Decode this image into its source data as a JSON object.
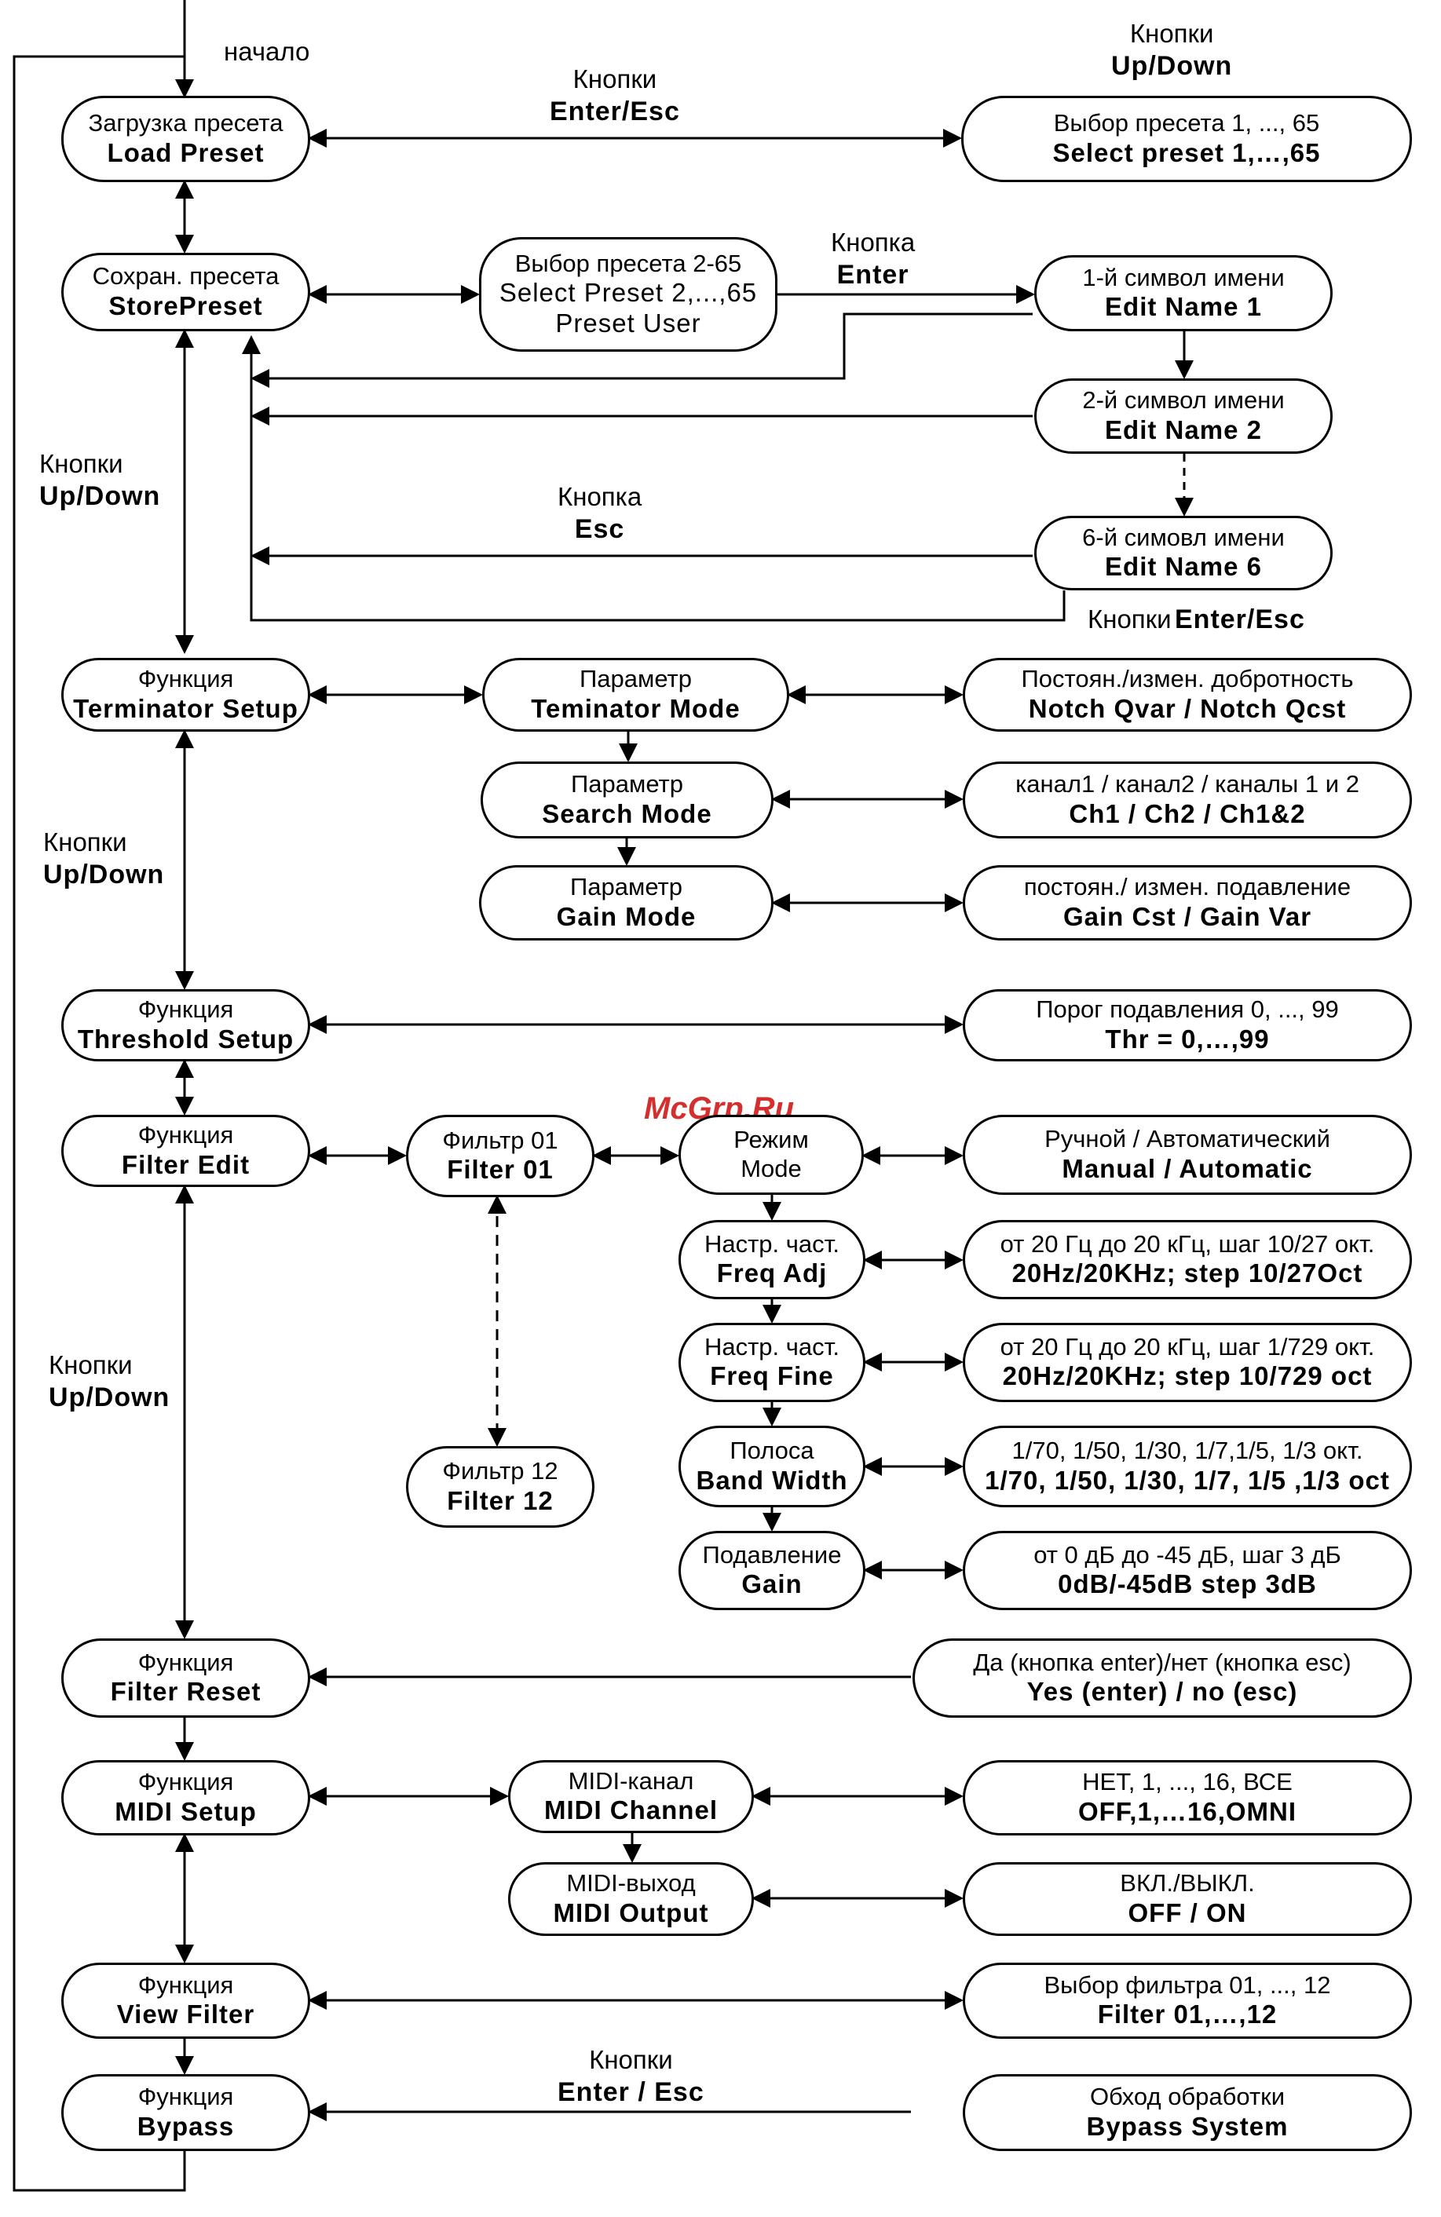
{
  "start_label": "начало",
  "watermark": "McGrp.Ru",
  "labels": {
    "updown_top": {
      "ru": "Кнопки",
      "en": "Up/Down"
    },
    "enter_esc_top": {
      "ru": "Кнопки",
      "en": "Enter/Esc"
    },
    "enter_kbd": {
      "ru": "Кнопка",
      "en": "Enter"
    },
    "esc_kbd": {
      "ru": "Кнопка",
      "en": "Esc"
    },
    "enter_esc_mid": {
      "ru": "Кнопки",
      "en": "Enter/Esc"
    },
    "updown_left1": {
      "ru": "Кнопки",
      "en": "Up/Down"
    },
    "updown_left2": {
      "ru": "Кнопки",
      "en": "Up/Down"
    },
    "updown_left3": {
      "ru": "Кнопки",
      "en": "Up/Down"
    },
    "enter_esc_bottom": {
      "ru": "Кнопки",
      "en": "Enter / Esc"
    }
  },
  "nodes": {
    "load_preset": {
      "ru": "Загрузка пресета",
      "en": "Load Preset"
    },
    "select_preset_65": {
      "ru": "Выбор пресета 1, ..., 65",
      "en": "Select preset 1,…,65"
    },
    "store_preset": {
      "ru": "Сохран. пресета",
      "en": "StorePreset"
    },
    "select_preset_2_65": {
      "ru": "Выбор пресета 2-65",
      "en": "Select Preset 2,...,65",
      "en2": "Preset User"
    },
    "edit_name_1": {
      "ru": "1-й символ имени",
      "en": "Edit Name 1"
    },
    "edit_name_2": {
      "ru": "2-й символ имени",
      "en": "Edit Name 2"
    },
    "edit_name_6": {
      "ru": "6-й симовл имени",
      "en": "Edit Name 6"
    },
    "terminator_setup": {
      "ru": "Функция",
      "en": "Terminator Setup"
    },
    "terminator_mode": {
      "ru": "Параметр",
      "en": "Teminator Mode"
    },
    "notch_q": {
      "ru": "Постоян./измен. добротность",
      "en": "Notch Qvar / Notch Qcst"
    },
    "search_mode": {
      "ru": "Параметр",
      "en": "Search Mode"
    },
    "channels": {
      "ru": "канал1 / канал2 / каналы 1 и 2",
      "en": "Ch1 / Ch2 / Ch1&2"
    },
    "gain_mode": {
      "ru": "Параметр",
      "en": "Gain Mode"
    },
    "gain_cst_var": {
      "ru": "постоян./ измен. подавление",
      "en": "Gain Cst / Gain Var"
    },
    "threshold_setup": {
      "ru": "Функция",
      "en": "Threshold Setup"
    },
    "threshold_value": {
      "ru": "Порог подавления 0, ..., 99",
      "en": "Thr = 0,…,99"
    },
    "filter_edit": {
      "ru": "Функция",
      "en": "Filter Edit"
    },
    "filter_01": {
      "ru": "Фильтр 01",
      "en": "Filter 01"
    },
    "mode": {
      "ru": "Режим",
      "en": "Mode"
    },
    "manual_auto": {
      "ru": "Ручной / Автоматический",
      "en": "Manual / Automatic"
    },
    "freq_adj": {
      "ru": "Настр. част.",
      "en": "Freq Adj"
    },
    "freq_adj_range": {
      "ru": "от 20 Гц до 20 кГц, шаг 10/27 окт.",
      "en": "20Hz/20KHz; step 10/27Oct"
    },
    "freq_fine": {
      "ru": "Настр. част.",
      "en": "Freq Fine"
    },
    "freq_fine_range": {
      "ru": "от 20 Гц до 20 кГц, шаг 1/729 окт.",
      "en": "20Hz/20KHz; step 10/729 oct"
    },
    "band_width": {
      "ru": "Полоса",
      "en": "Band Width"
    },
    "band_width_values": {
      "ru": "1/70, 1/50, 1/30, 1/7,1/5, 1/3 окт.",
      "en": "1/70, 1/50, 1/30, 1/7,  1/5 ,1/3 oct"
    },
    "filter_12": {
      "ru": "Фильтр 12",
      "en": "Filter 12"
    },
    "gain": {
      "ru": "Подавление",
      "en": "Gain"
    },
    "gain_values": {
      "ru": "от 0 дБ до -45 дБ, шаг 3 дБ",
      "en": "0dB/-45dB step 3dB"
    },
    "filter_reset": {
      "ru": "Функция",
      "en": "Filter Reset"
    },
    "yes_no": {
      "ru": "Да (кнопка enter)/нет (кнопка esc)",
      "en": "Yes (enter) / no (esc)"
    },
    "midi_setup": {
      "ru": "Функция",
      "en": "MIDI Setup"
    },
    "midi_channel": {
      "ru": "MIDI-канал",
      "en": "MIDI Channel"
    },
    "midi_channel_values": {
      "ru": "НЕТ, 1, ..., 16, ВСЕ",
      "en": "OFF,1,…16,OMNI"
    },
    "midi_output": {
      "ru": "MIDI-выход",
      "en": "MIDI Output"
    },
    "on_off": {
      "ru": "ВКЛ./ВЫКЛ.",
      "en": "OFF / ON"
    },
    "view_filter": {
      "ru": "Функция",
      "en": "View Filter"
    },
    "filter_select": {
      "ru": "Выбор фильтра 01, ..., 12",
      "en": "Filter 01,…,12"
    },
    "bypass": {
      "ru": "Функция",
      "en": "Bypass"
    },
    "bypass_system": {
      "ru": "Обход обработки",
      "en": "Bypass System"
    }
  }
}
